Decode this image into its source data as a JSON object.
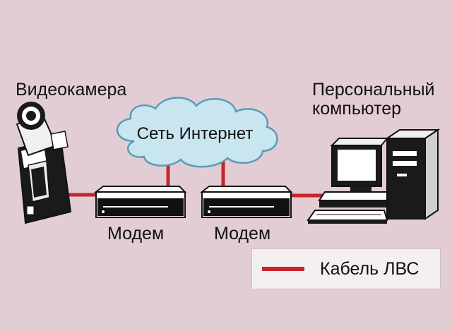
{
  "nodes": {
    "camera": "Видеокамера",
    "computer_line1": "Персональный",
    "computer_line2": "компьютер",
    "internet": "Сеть Интернет",
    "modem_left": "Модем",
    "modem_right": "Модем"
  },
  "legend": {
    "cable_label": "Кабель ЛВС",
    "cable_color": "#c8242c"
  },
  "colors": {
    "background": "#e2cdd4",
    "cloud_fill": "#c9e5f0",
    "cloud_stroke": "#5b9bb7"
  },
  "icons": [
    "video-camera-icon",
    "modem-icon",
    "cloud-icon",
    "personal-computer-icon"
  ]
}
